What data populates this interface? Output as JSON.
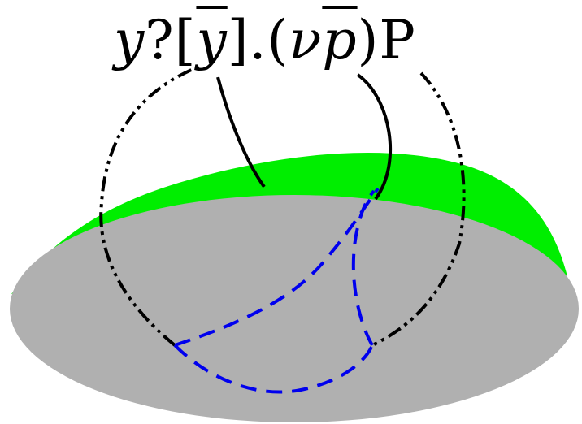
{
  "formula": {
    "parts": {
      "y": "y",
      "q": "?",
      "lbr": "[",
      "ybar": "y",
      "rbr": "]",
      "dot": ".",
      "lpar": "(",
      "nu": "ν",
      "pbar": "p",
      "rpar": ")",
      "P": "P"
    }
  },
  "colors": {
    "surface_green": "#00ee00",
    "disk_gray": "#b0b0b0",
    "outline": "#000000",
    "hidden_edge": "#0000ee"
  }
}
